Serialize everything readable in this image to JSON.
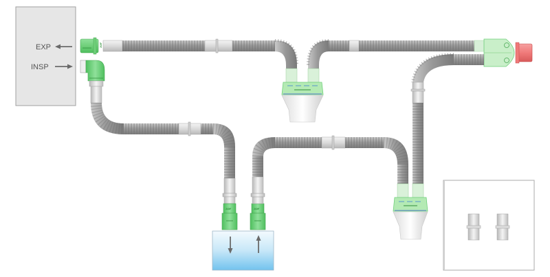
{
  "title": "Breathing circuit diagram",
  "ventilator": {
    "exp_label": "EXP",
    "insp_label": "INSP"
  },
  "connector_mark": "ЭЭF",
  "colors": {
    "tube": "#9a9a9a",
    "tube_dark": "#7d7d7d",
    "cuff": "#dcdcdc",
    "connector_green": "#6fcf7a",
    "filter_green": "#a8e6a8",
    "cap_red": "#f07a7a",
    "humidifier_top": "#eef7fd",
    "humidifier_bottom": "#7fc9f0",
    "box_fill": "#e6e6e6",
    "box_border": "#a0a0a0",
    "arrow": "#6a6a6a"
  },
  "components": [
    {
      "name": "ventilator",
      "description": "Ventilator unit with EXP and INSP ports"
    },
    {
      "name": "expiratory-limb",
      "description": "Tube from EXP port to Y-piece"
    },
    {
      "name": "inspiratory-limb",
      "description": "Tube from INSP port to humidifier"
    },
    {
      "name": "humidifier-chamber",
      "description": "Water chamber with down and up flow arrows"
    },
    {
      "name": "water-trap-1",
      "description": "Upper water trap with two tube inlets"
    },
    {
      "name": "water-trap-2",
      "description": "Lower water trap with two tube inlets"
    },
    {
      "name": "y-piece",
      "description": "Patient Y-piece with red cap"
    },
    {
      "name": "spare-adapters",
      "description": "Box containing two spare straight adapters"
    }
  ]
}
